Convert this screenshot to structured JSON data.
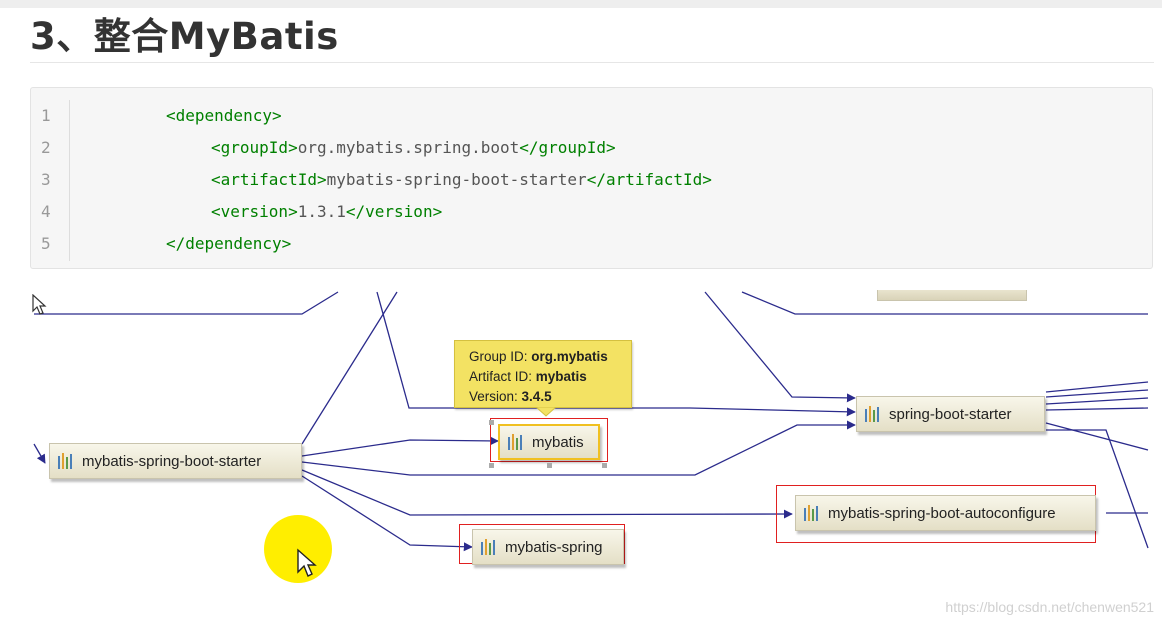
{
  "heading": {
    "title": "3、整合MyBatis"
  },
  "code": {
    "lines": [
      {
        "num": "1",
        "open": "<dependency>",
        "value": "",
        "close": ""
      },
      {
        "num": "2",
        "open": "<groupId>",
        "value": "org.mybatis.spring.boot",
        "close": "</groupId>"
      },
      {
        "num": "3",
        "open": "<artifactId>",
        "value": "mybatis-spring-boot-starter",
        "close": "</artifactId>"
      },
      {
        "num": "4",
        "open": "<version>",
        "value": "1.3.1",
        "close": "</version>"
      },
      {
        "num": "5",
        "open": "</dependency>",
        "value": "",
        "close": ""
      }
    ]
  },
  "graph": {
    "nodes": {
      "starter": "mybatis-spring-boot-starter",
      "mybatis": "mybatis",
      "spring_boot_starter": "spring-boot-starter",
      "autoconfigure": "mybatis-spring-boot-autoconfigure",
      "mybatis_spring": "mybatis-spring"
    },
    "tooltip": {
      "group_label": "Group ID:",
      "group_value": "org.mybatis",
      "artifact_label": "Artifact ID:",
      "artifact_value": "mybatis",
      "version_label": "Version:",
      "version_value": "3.4.5"
    },
    "edge_color": "#2b2b8c",
    "highlight_color": "#e02020"
  },
  "watermark": "https://blog.csdn.net/chenwen521",
  "icons": {
    "jar": "jar-icon",
    "cursor": "mouse-pointer-icon"
  }
}
